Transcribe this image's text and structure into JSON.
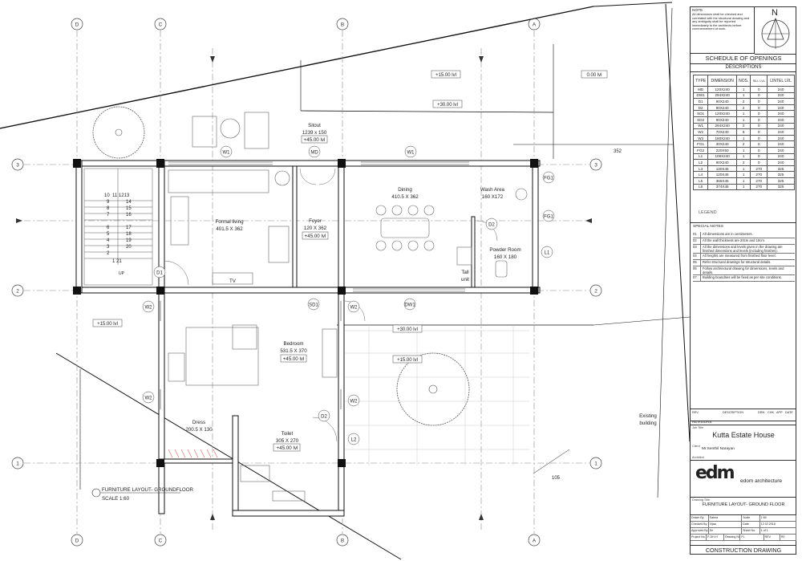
{
  "plan": {
    "grid_letters": [
      "D",
      "C",
      "B",
      "A"
    ],
    "grid_numbers": [
      "3",
      "2",
      "1"
    ],
    "rooms": [
      {
        "name": "Formal living",
        "size": "401.5 X 362"
      },
      {
        "name": "Foyer",
        "size": "120 X 362",
        "level": "+45.00 lvl"
      },
      {
        "name": "Dining",
        "size": "410.5 X 362"
      },
      {
        "name": "Wash Area",
        "size": "160 X172"
      },
      {
        "name": "Powder Room",
        "size": "160 X 180"
      },
      {
        "name": "Tall",
        "size": "unit"
      },
      {
        "name": "Bedroom",
        "size": "531.5 X 370",
        "level": "+45.00 lvl"
      },
      {
        "name": "Dress",
        "size": "200.5 X 130"
      },
      {
        "name": "Toilet",
        "size": "305 X 270",
        "level": "+45.00 lvl"
      }
    ],
    "sitout": {
      "name": "Sitout",
      "size": "1239 x 150",
      "level": "+45.00 lvl"
    },
    "levels": [
      "+15.00 lvl",
      "0.00 lvl",
      "+30.00 lvl",
      "+15.00 lvl",
      "+30.00 lvl",
      "+15.00 lvl"
    ],
    "dims": [
      "352",
      "105"
    ],
    "openings": [
      "W1",
      "MD",
      "W1",
      "FG1",
      "D2",
      "FG1",
      "L1",
      "D1",
      "SD1",
      "W2",
      "W2",
      "DW1",
      "W2",
      "W2",
      "D2",
      "L2"
    ],
    "tv_label": "TV",
    "stair_up": "UP",
    "stair_left": [
      "10",
      "9",
      "8",
      "7",
      "6",
      "5",
      "4",
      "3",
      "2"
    ],
    "stair_right": [
      "11 1213",
      "14",
      "15",
      "16",
      "17",
      "18",
      "19",
      "20",
      "1 21"
    ],
    "existing": [
      "Existing",
      "building"
    ],
    "layout_title": "FURNITURE LAYOUT- GROUNDFLOOR",
    "scale": "SCALE 1:60"
  },
  "sheet": {
    "note_title": "NOTE",
    "note_text": "All dimensions shall be checked and correlated with the structural drawing and any ambiguity shall be reported immediately to the architects before commencement of work.",
    "north": "N",
    "schedule_title": "SCHEDULE OF OPENINGS",
    "descriptions": "DESCRIPTIONS",
    "columns": [
      "TYPE",
      "DIMENSION",
      "NOS.",
      "SILL LVL",
      "LINTEL LVL"
    ],
    "rows": [
      [
        "MD",
        "120X240",
        "1",
        "0",
        "240"
      ],
      [
        "DW1",
        "294X240",
        "1",
        "0",
        "240"
      ],
      [
        "D1",
        "90X240",
        "2",
        "0",
        "240"
      ],
      [
        "D2",
        "80X240",
        "2",
        "0",
        "240"
      ],
      [
        "SD1",
        "120X240",
        "1",
        "0",
        "240"
      ],
      [
        "SD2",
        "90X240",
        "1",
        "0",
        "240"
      ],
      [
        "W1",
        "294X240",
        "2",
        "0",
        "240"
      ],
      [
        "W2",
        "70X240",
        "8",
        "0",
        "240"
      ],
      [
        "W3",
        "180X240",
        "1",
        "0",
        "240"
      ],
      [
        "FG1",
        "30X240",
        "2",
        "0",
        "240"
      ],
      [
        "FG2",
        "220X50",
        "1",
        "0",
        "240"
      ],
      [
        "L1",
        "106X240",
        "1",
        "0",
        "240"
      ],
      [
        "L2",
        "90X240",
        "2",
        "0",
        "240"
      ],
      [
        "L3",
        "130X45",
        "1",
        "270",
        "325"
      ],
      [
        "L4",
        "120X45",
        "1",
        "270",
        "325"
      ],
      [
        "L5",
        "365X45",
        "1",
        "270",
        "325"
      ],
      [
        "L6",
        "374X45",
        "1",
        "270",
        "325"
      ]
    ],
    "legend": "LEGEND",
    "special_notes_title": "SPECIAL NOTES",
    "special_notes": [
      [
        "01",
        "All dimensions are in centimeters."
      ],
      [
        "02",
        "All the wall thickness are 20cm and 10cm."
      ],
      [
        "03",
        "All the dimensions and levels given in the drawing are finished dimensions and levels (including finishes)."
      ],
      [
        "04",
        "All heights are measured from finished floor level."
      ],
      [
        "05",
        "Refer structural drawings for structural details."
      ],
      [
        "06",
        "Follow architectural drawing for dimensions, levels and details."
      ],
      [
        "07",
        "Building boundries will be fixed as per site conditions."
      ]
    ],
    "rev_cols": [
      "REV",
      "DESCRIPTION",
      "DRN",
      "CHK",
      "APP",
      "DATE"
    ],
    "revisions": "REVISIONS",
    "job_caption": "Job Title",
    "job_title": "Kutta Estate House",
    "client_caption": "Client",
    "client": "Mr.Senthil Narayan",
    "architect_caption": "Architect",
    "logo": "edm",
    "firm": "edom architecture",
    "drawing_caption": "Drawing Title",
    "drawing_title": "FURNITURE LAYOUT- GROUND FLOOR",
    "info_rows": [
      [
        "Drawn By",
        "Sabna",
        "Scale",
        "1:60"
      ],
      [
        "Checked By",
        "Vijaa",
        "Date",
        "12.02.2018"
      ],
      [
        "Approved By",
        "Se",
        "Sheet No.",
        "1 of 1"
      ],
      [
        "Project No.",
        "F-DH-H",
        "Drawing No.",
        "FL",
        "REV",
        "R0"
      ]
    ],
    "construction": "CONSTRUCTION DRAWING"
  }
}
